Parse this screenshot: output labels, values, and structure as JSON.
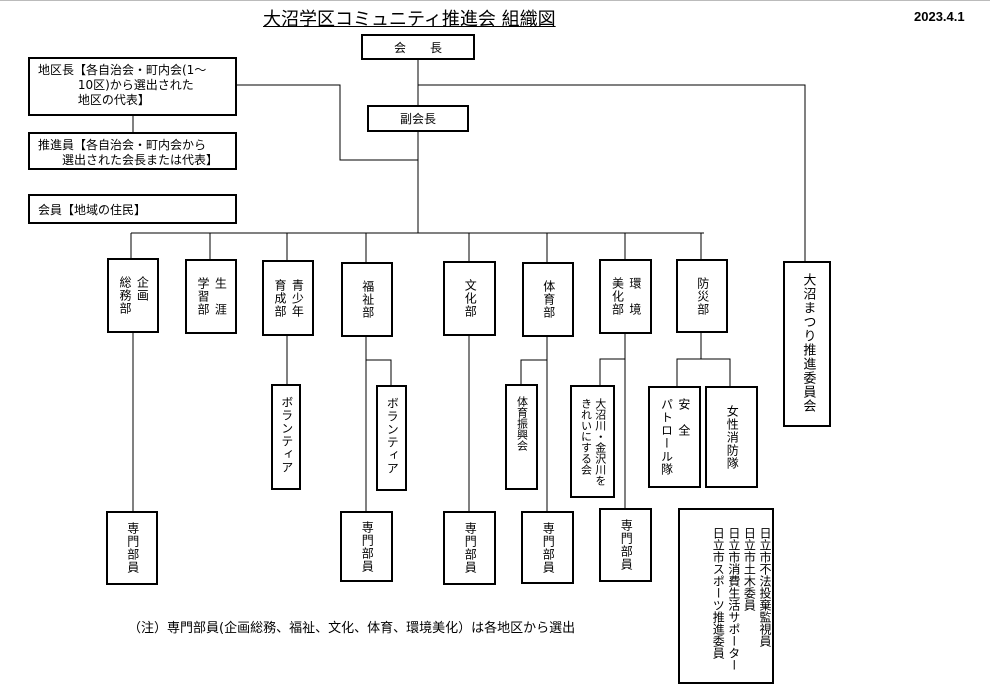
{
  "title": "大沼学区コミュニティ推進会 組織図",
  "date": "2023.4.1",
  "leaders": {
    "president": "会　　長",
    "vice_president": "副会長"
  },
  "members": {
    "district_head": "地区長【各自治会・町内会(1～\n　　　 10区)から選出された\n　　　 地区の代表】",
    "promoter": "推進員【各自治会・町内会から\n　　選出された会長または代表】",
    "member": "会員【地域の住民】"
  },
  "departments": [
    {
      "label": "企画\n総務部"
    },
    {
      "label": "生　涯\n学習部"
    },
    {
      "label": "青少年\n育成部"
    },
    {
      "label": "福祉部"
    },
    {
      "label": "文化部"
    },
    {
      "label": "体育部"
    },
    {
      "label": "環　境\n美化部"
    },
    {
      "label": "防災部"
    }
  ],
  "festival_committee": "大沼まつり推進委員会",
  "sub_groups": {
    "volunteer_youth": "ボランティア",
    "volunteer_welfare": "ボランティア",
    "sports_promotion": "体育振興会",
    "river_cleanup": "大沼川・金沢川を\nきれいにする会",
    "safety_patrol": "安　全\nパトロール隊",
    "women_fire": "女性消防隊"
  },
  "specialists": [
    "専門部員",
    "専門部員",
    "専門部員",
    "専門部員",
    "専門部員"
  ],
  "city_roles": "日立市不法投棄監視員\n日立市土木委員\n日立市消費生活サポーター\n日立市スポーツ推進委員",
  "note": "（注）専門部員(企画総務、福祉、文化、体育、環境美化）は各地区から選出"
}
